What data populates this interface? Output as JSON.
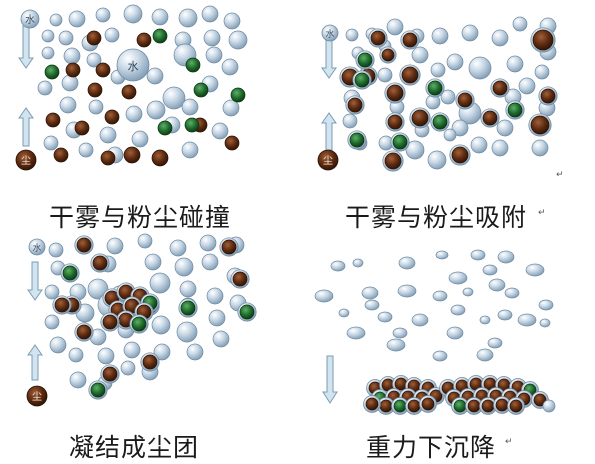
{
  "labels": {
    "water": "水",
    "dust": "尘"
  },
  "captions": {
    "p1": "干雾与粉尘碰撞",
    "p2": "干雾与粉尘吸附",
    "p3": "凝结成尘团",
    "p4": "重力下沉降"
  },
  "paragraph_mark": "↵",
  "colors": {
    "water": "#b9ccdc",
    "water_edge": "#6f8aa1",
    "dust_brown": "#5b2a10",
    "dust_green": "#1f6b2c",
    "arrow_fill": "#cfe3ef",
    "arrow_edge": "#7a9cb3"
  }
}
